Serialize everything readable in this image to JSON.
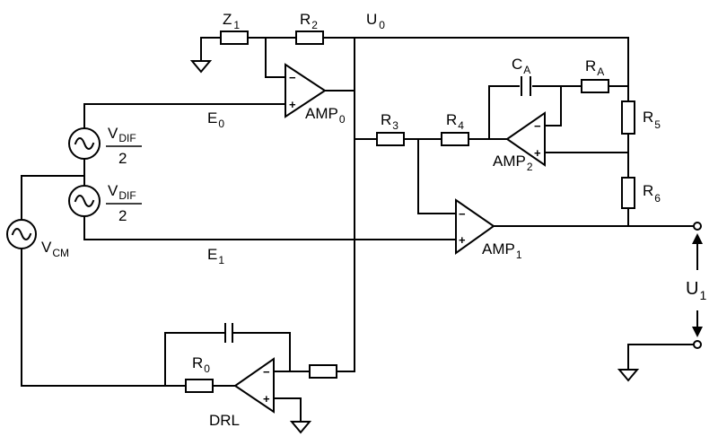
{
  "labels": {
    "z1": {
      "main": "Z",
      "sub": "1"
    },
    "r2": {
      "main": "R",
      "sub": "2"
    },
    "u0": {
      "main": "U",
      "sub": "0"
    },
    "ca": {
      "main": "C",
      "sub": "A"
    },
    "ra": {
      "main": "R",
      "sub": "A"
    },
    "r5": {
      "main": "R",
      "sub": "5"
    },
    "r6": {
      "main": "R",
      "sub": "6"
    },
    "r3": {
      "main": "R",
      "sub": "3"
    },
    "r4": {
      "main": "R",
      "sub": "4"
    },
    "r0": {
      "main": "R",
      "sub": "0"
    },
    "e0": {
      "main": "E",
      "sub": "0"
    },
    "e1": {
      "main": "E",
      "sub": "1"
    },
    "amp0": {
      "main": "AMP",
      "sub": "0"
    },
    "amp1": {
      "main": "AMP",
      "sub": "1"
    },
    "amp2": {
      "main": "AMP",
      "sub": "2"
    },
    "drl": "DRL",
    "vcm": {
      "main": "V",
      "sub": "CM"
    },
    "vdif_top": {
      "main": "V",
      "sub": "DIF",
      "den": "2"
    },
    "vdif_bot": {
      "main": "V",
      "sub": "DIF",
      "den": "2"
    },
    "u1": {
      "main": "U",
      "sub": "1"
    }
  },
  "pin_signs": {
    "minus": "−",
    "plus": "+"
  }
}
